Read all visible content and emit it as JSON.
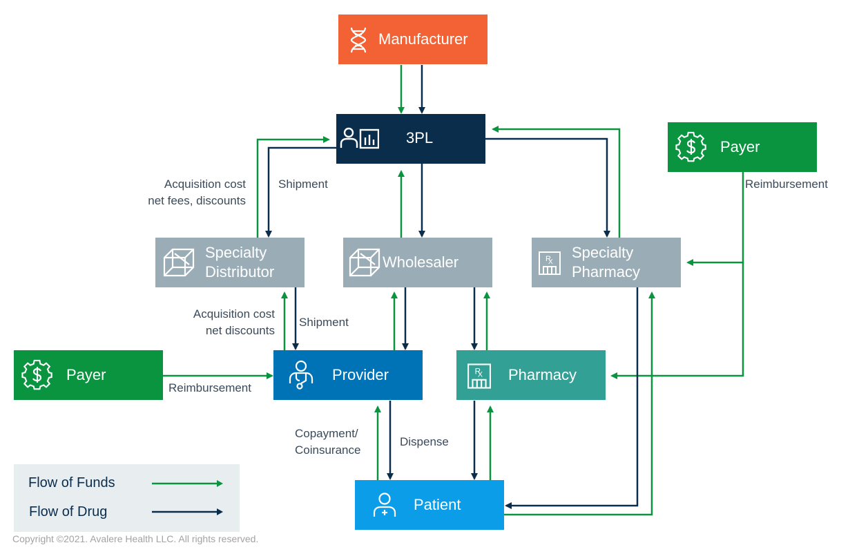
{
  "colors": {
    "funds": "#0a9440",
    "drug": "#0b2d4c",
    "manufacturer": "#f26234",
    "third_party_logistics": "#0b2d4c",
    "payer": "#0a9440",
    "intermediary": "#9aadb7",
    "provider": "#0073b6",
    "pharmacy": "#32a095",
    "patient": "#0b9de8",
    "legend_bg": "#e8edf0"
  },
  "nodes": {
    "manufacturer": {
      "label": "Manufacturer",
      "icon": "dna-icon"
    },
    "third_party_logistics": {
      "label": "3PL",
      "icon": "presenter-chart-icon"
    },
    "payer_top": {
      "label": "Payer",
      "icon": "dollar-gear-icon"
    },
    "specialty_distributor": {
      "label": "Specialty\nDistributor",
      "icon": "box-icon"
    },
    "wholesaler": {
      "label": "Wholesaler",
      "icon": "box-icon"
    },
    "specialty_pharmacy": {
      "label": "Specialty\nPharmacy",
      "icon": "rx-pharmacy-icon"
    },
    "payer_left": {
      "label": "Payer",
      "icon": "dollar-gear-icon"
    },
    "provider": {
      "label": "Provider",
      "icon": "doctor-stethoscope-icon"
    },
    "pharmacy": {
      "label": "Pharmacy",
      "icon": "rx-pharmacy-icon"
    },
    "patient": {
      "label": "Patient",
      "icon": "patient-icon"
    }
  },
  "flow_labels": {
    "acq_cost_fees": "Acquisition cost\nnet fees, discounts",
    "shipment_top": "Shipment",
    "reimbursement_top": "Reimbursement",
    "acq_cost_discounts": "Acquisition cost\nnet discounts",
    "shipment_provider": "Shipment",
    "reimbursement_left": "Reimbursement",
    "copayment": "Copayment/\nCoinsurance",
    "dispense": "Dispense"
  },
  "legend": {
    "funds": "Flow of Funds",
    "drug": "Flow of Drug"
  },
  "copyright": "Copyright ©2021. Avalere Health LLC. All rights reserved."
}
